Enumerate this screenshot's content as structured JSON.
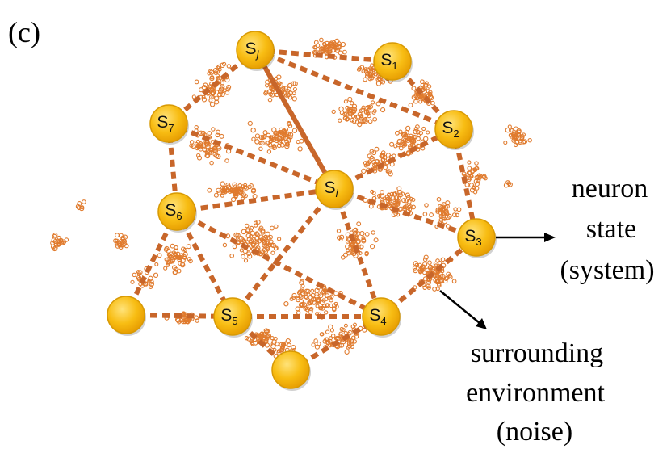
{
  "panel_label": "(c)",
  "colors": {
    "noise": "#E07B2E",
    "edge": "#C8662A",
    "node_fill": "#F8BD13",
    "node_edge": "#D89A05",
    "arrow": "#000000"
  },
  "nodes": [
    {
      "id": "sj",
      "base": "S",
      "sub": "j",
      "italic": true
    },
    {
      "id": "s1",
      "base": "S",
      "sub": "1",
      "italic": false
    },
    {
      "id": "s2",
      "base": "S",
      "sub": "2",
      "italic": false
    },
    {
      "id": "s3",
      "base": "S",
      "sub": "3",
      "italic": false
    },
    {
      "id": "s4",
      "base": "S",
      "sub": "4",
      "italic": false
    },
    {
      "id": "s5",
      "base": "S",
      "sub": "5",
      "italic": false
    },
    {
      "id": "s6",
      "base": "S",
      "sub": "6",
      "italic": false
    },
    {
      "id": "s7",
      "base": "S",
      "sub": "7",
      "italic": false
    },
    {
      "id": "si",
      "base": "S",
      "sub": "i",
      "italic": true
    },
    {
      "id": "u1",
      "base": "",
      "sub": "",
      "italic": false
    },
    {
      "id": "u2",
      "base": "",
      "sub": "",
      "italic": false
    }
  ],
  "annotations": {
    "neuron_state": {
      "line1": "neuron",
      "line2": "state",
      "line3": "(system)"
    },
    "environment": {
      "line1": "surrounding",
      "line2": "environment",
      "line3": "(noise)"
    }
  }
}
